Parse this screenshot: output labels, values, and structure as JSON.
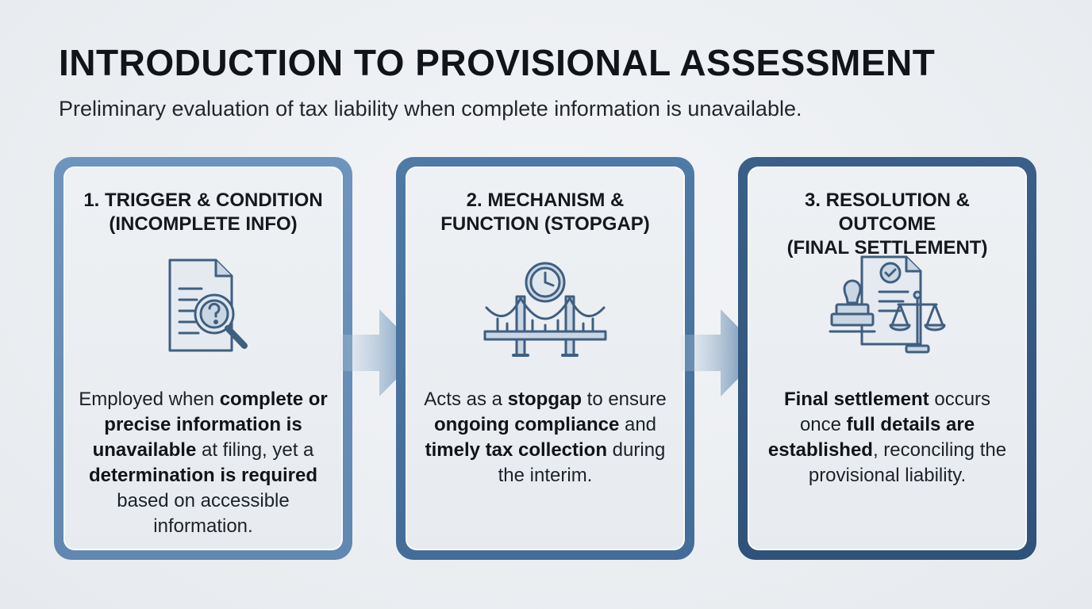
{
  "header": {
    "title": "INTRODUCTION TO PROVISIONAL ASSESSMENT",
    "subtitle": "Preliminary evaluation of tax liability when complete information is unavailable."
  },
  "cards": [
    {
      "title_line1": "1. TRIGGER & CONDITION",
      "title_line2": "(INCOMPLETE INFO)",
      "icon": "document-magnifier-question-icon",
      "body": [
        {
          "t": "Employed when ",
          "b": false
        },
        {
          "t": "complete or precise information is unavailable",
          "b": true
        },
        {
          "t": " at filing, yet a ",
          "b": false
        },
        {
          "t": "determination is required",
          "b": true
        },
        {
          "t": " based on accessible information.",
          "b": false
        }
      ]
    },
    {
      "title_line1": "2. MECHANISM &",
      "title_line2": "FUNCTION (STOPGAP)",
      "icon": "bridge-clock-icon",
      "body": [
        {
          "t": "Acts as a ",
          "b": false
        },
        {
          "t": "stopgap",
          "b": true
        },
        {
          "t": " to ensure ",
          "b": false
        },
        {
          "t": "ongoing compliance",
          "b": true
        },
        {
          "t": " and ",
          "b": false
        },
        {
          "t": "timely tax collection",
          "b": true
        },
        {
          "t": " during the interim.",
          "b": false
        }
      ]
    },
    {
      "title_line1": "3. RESOLUTION & OUTCOME",
      "title_line2": "(FINAL SETTLEMENT)",
      "icon": "stamp-scales-document-icon",
      "body": [
        {
          "t": "Final settlement",
          "b": true
        },
        {
          "t": " occurs once ",
          "b": false
        },
        {
          "t": "full details are established",
          "b": true
        },
        {
          "t": ", reconciling the provisional liability.",
          "b": false
        }
      ]
    }
  ],
  "colors": {
    "icon_stroke": "#3f5f80",
    "icon_fill": "#c9d6e3",
    "card1_border": "#6a92ba",
    "card2_border": "#4b76a1",
    "card3_border": "#355a83"
  }
}
